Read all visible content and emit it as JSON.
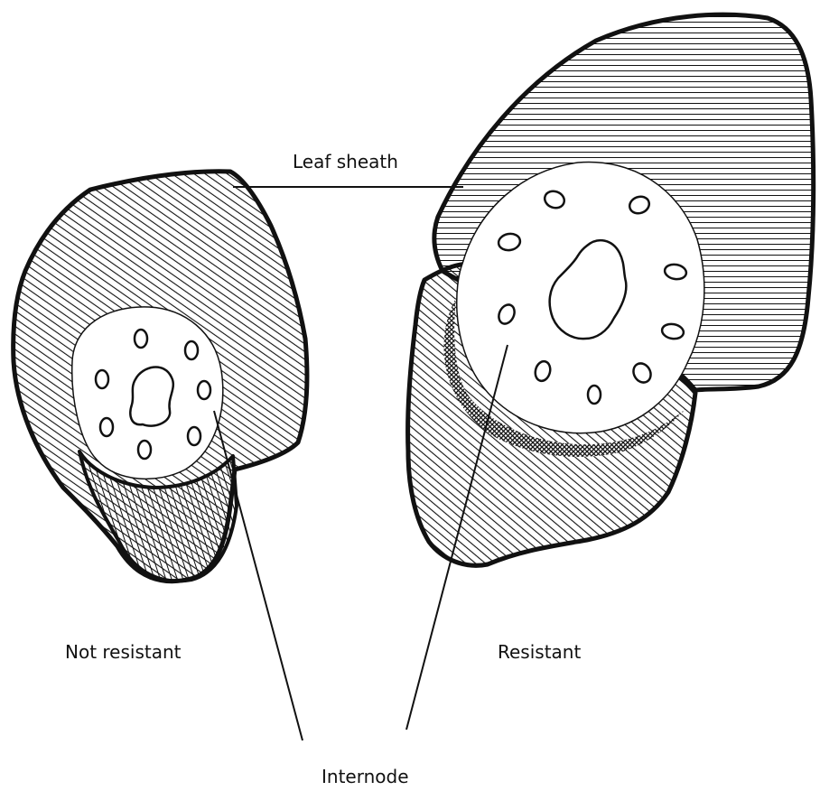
{
  "labels": {
    "leaf_sheath": "Leaf sheath",
    "not_resistant": "Not resistant",
    "resistant": "Resistant",
    "internode": "Internode"
  },
  "colors": {
    "ink": "#111111",
    "background": "#ffffff"
  }
}
